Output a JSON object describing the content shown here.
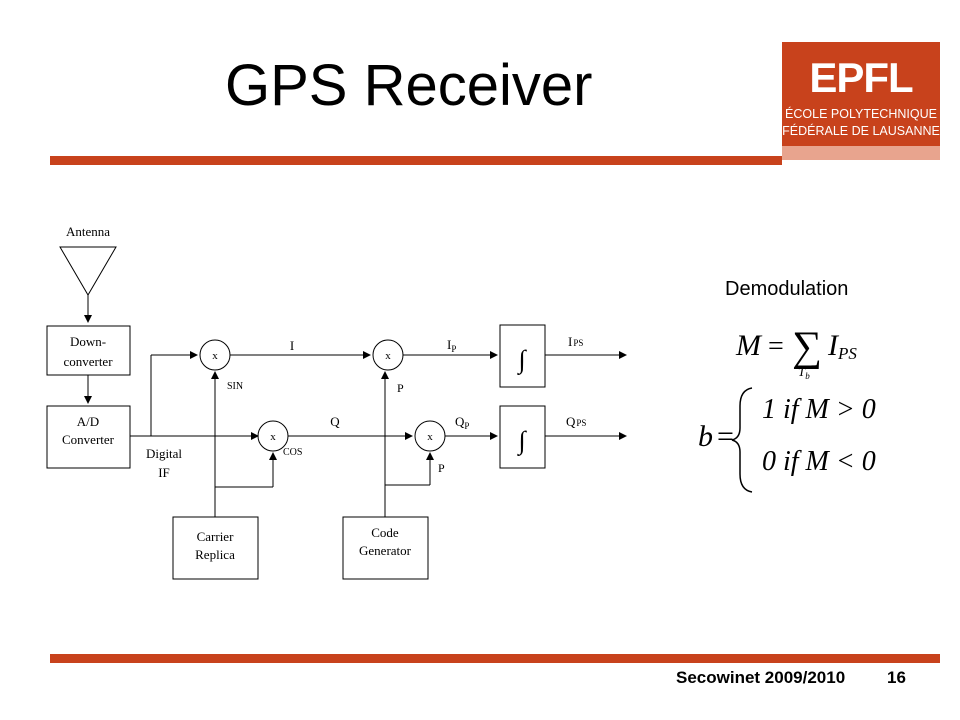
{
  "slide": {
    "title": "GPS Receiver",
    "footer_text": "Secowinet 2009/2010",
    "page_number": "16",
    "accent_color": "#c8421c"
  },
  "logo": {
    "wordmark": "EPFL",
    "line1": "ÉCOLE POLYTECHNIQUE",
    "line2": "FÉDÉRALE DE LAUSANNE",
    "color": "#c8421c"
  },
  "diagram": {
    "antenna_label": "Antenna",
    "downconverter_line1": "Down-",
    "downconverter_line2": "converter",
    "ad_line1": "A/D",
    "ad_line2": "Converter",
    "digital_if_line1": "Digital",
    "digital_if_line2": "IF",
    "carrier_line1": "Carrier",
    "carrier_line2": "Replica",
    "code_line1": "Code",
    "code_line2": "Generator",
    "mult_symbol": "x",
    "sin_label": "SIN",
    "cos_label": "COS",
    "i_label": "I",
    "q_label": "Q",
    "ip_main": "I",
    "ip_sub": "P",
    "qp_main": "Q",
    "qp_sub": "P",
    "p_label_top": "P",
    "p_label_bottom": "P",
    "ips_main": "I",
    "ips_sub": "PS",
    "qps_main": "Q",
    "qps_sub": "PS",
    "integral_symbol": "∫"
  },
  "demodulation": {
    "heading": "Demodulation",
    "eq_m_lhs": "M",
    "eq_equals": "=",
    "eq_sum": "∑",
    "eq_sum_sub": "T",
    "eq_sum_sub2": "b",
    "eq_term": "I",
    "eq_term_sub": "PS",
    "eq_b_lhs": "b",
    "case1": "1 if M > 0",
    "case2": "0 if M < 0"
  }
}
